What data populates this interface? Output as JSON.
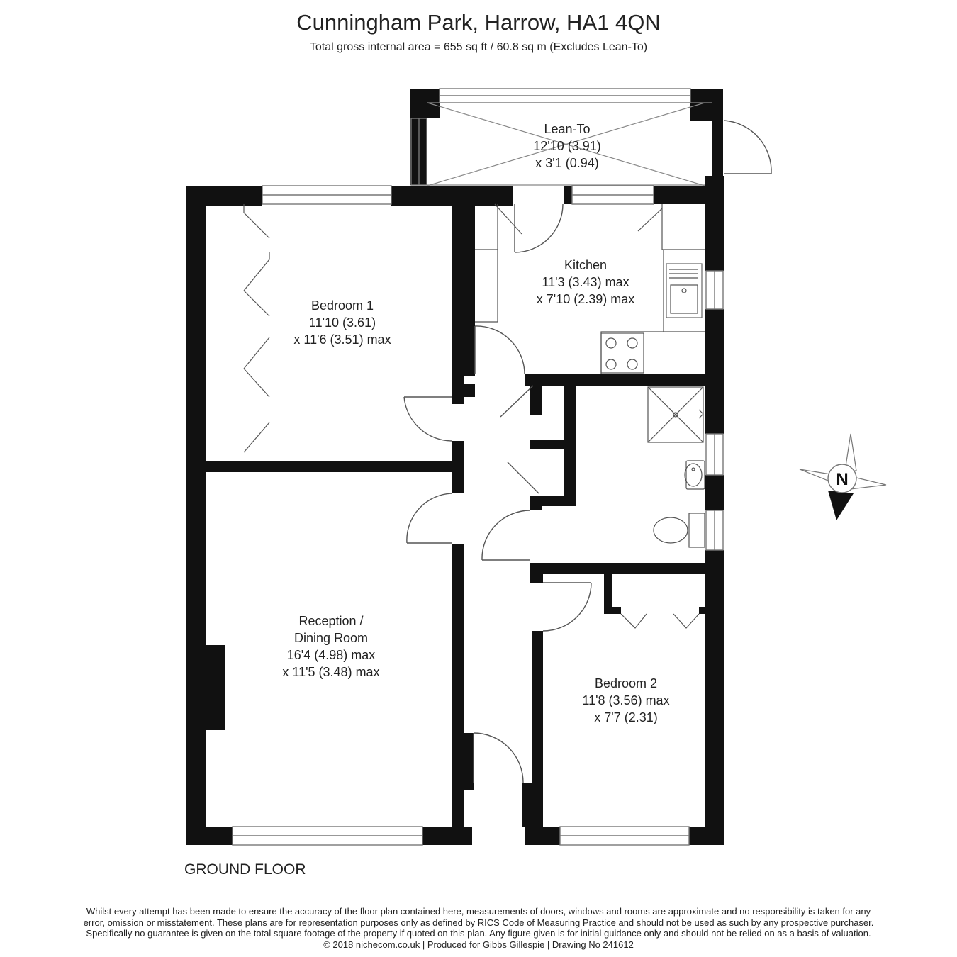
{
  "header": {
    "title": "Cunningham Park, Harrow, HA1 4QN",
    "subtitle": "Total gross internal area =  655 sq ft / 60.8 sq m (Excludes Lean-To)"
  },
  "rooms": {
    "lean_to": {
      "name": "Lean-To",
      "dim1": "12'10 (3.91)",
      "dim2": "x 3'1 (0.94)"
    },
    "kitchen": {
      "name": "Kitchen",
      "dim1": "11'3 (3.43) max",
      "dim2": "x 7'10 (2.39) max"
    },
    "bedroom1": {
      "name": "Bedroom 1",
      "dim1": "11'10 (3.61)",
      "dim2": "x 11'6 (3.51) max"
    },
    "reception": {
      "name1": "Reception /",
      "name2": "Dining Room",
      "dim1": "16'4 (4.98) max",
      "dim2": "x 11'5 (3.48) max"
    },
    "bedroom2": {
      "name": "Bedroom 2",
      "dim1": "11'8 (3.56) max",
      "dim2": "x 7'7 (2.31)"
    }
  },
  "compass": {
    "label": "N",
    "icon": "north-compass-icon"
  },
  "floor_label": "GROUND FLOOR",
  "disclaimer": {
    "line1": "Whilst every attempt has been made to ensure the accuracy of the floor plan contained here, measurements of doors, windows and rooms are approximate and no responsibility is taken for any",
    "line2": "error, omission or misstatement. These plans are for representation purposes only as defined by RICS Code of Measuring Practice and should not be used as such by any prospective purchaser.",
    "line3": "Specifically no guarantee is given on the total square footage of the property if quoted on this plan. Any figure given is for initial guidance only and should not be relied on as a basis of valuation.",
    "line4": "© 2018 nichecom.co.uk  |  Produced for Gibbs Gillespie  |  Drawing No 241612"
  },
  "colors": {
    "wall": "#111111",
    "line": "#555555",
    "background": "#ffffff"
  }
}
